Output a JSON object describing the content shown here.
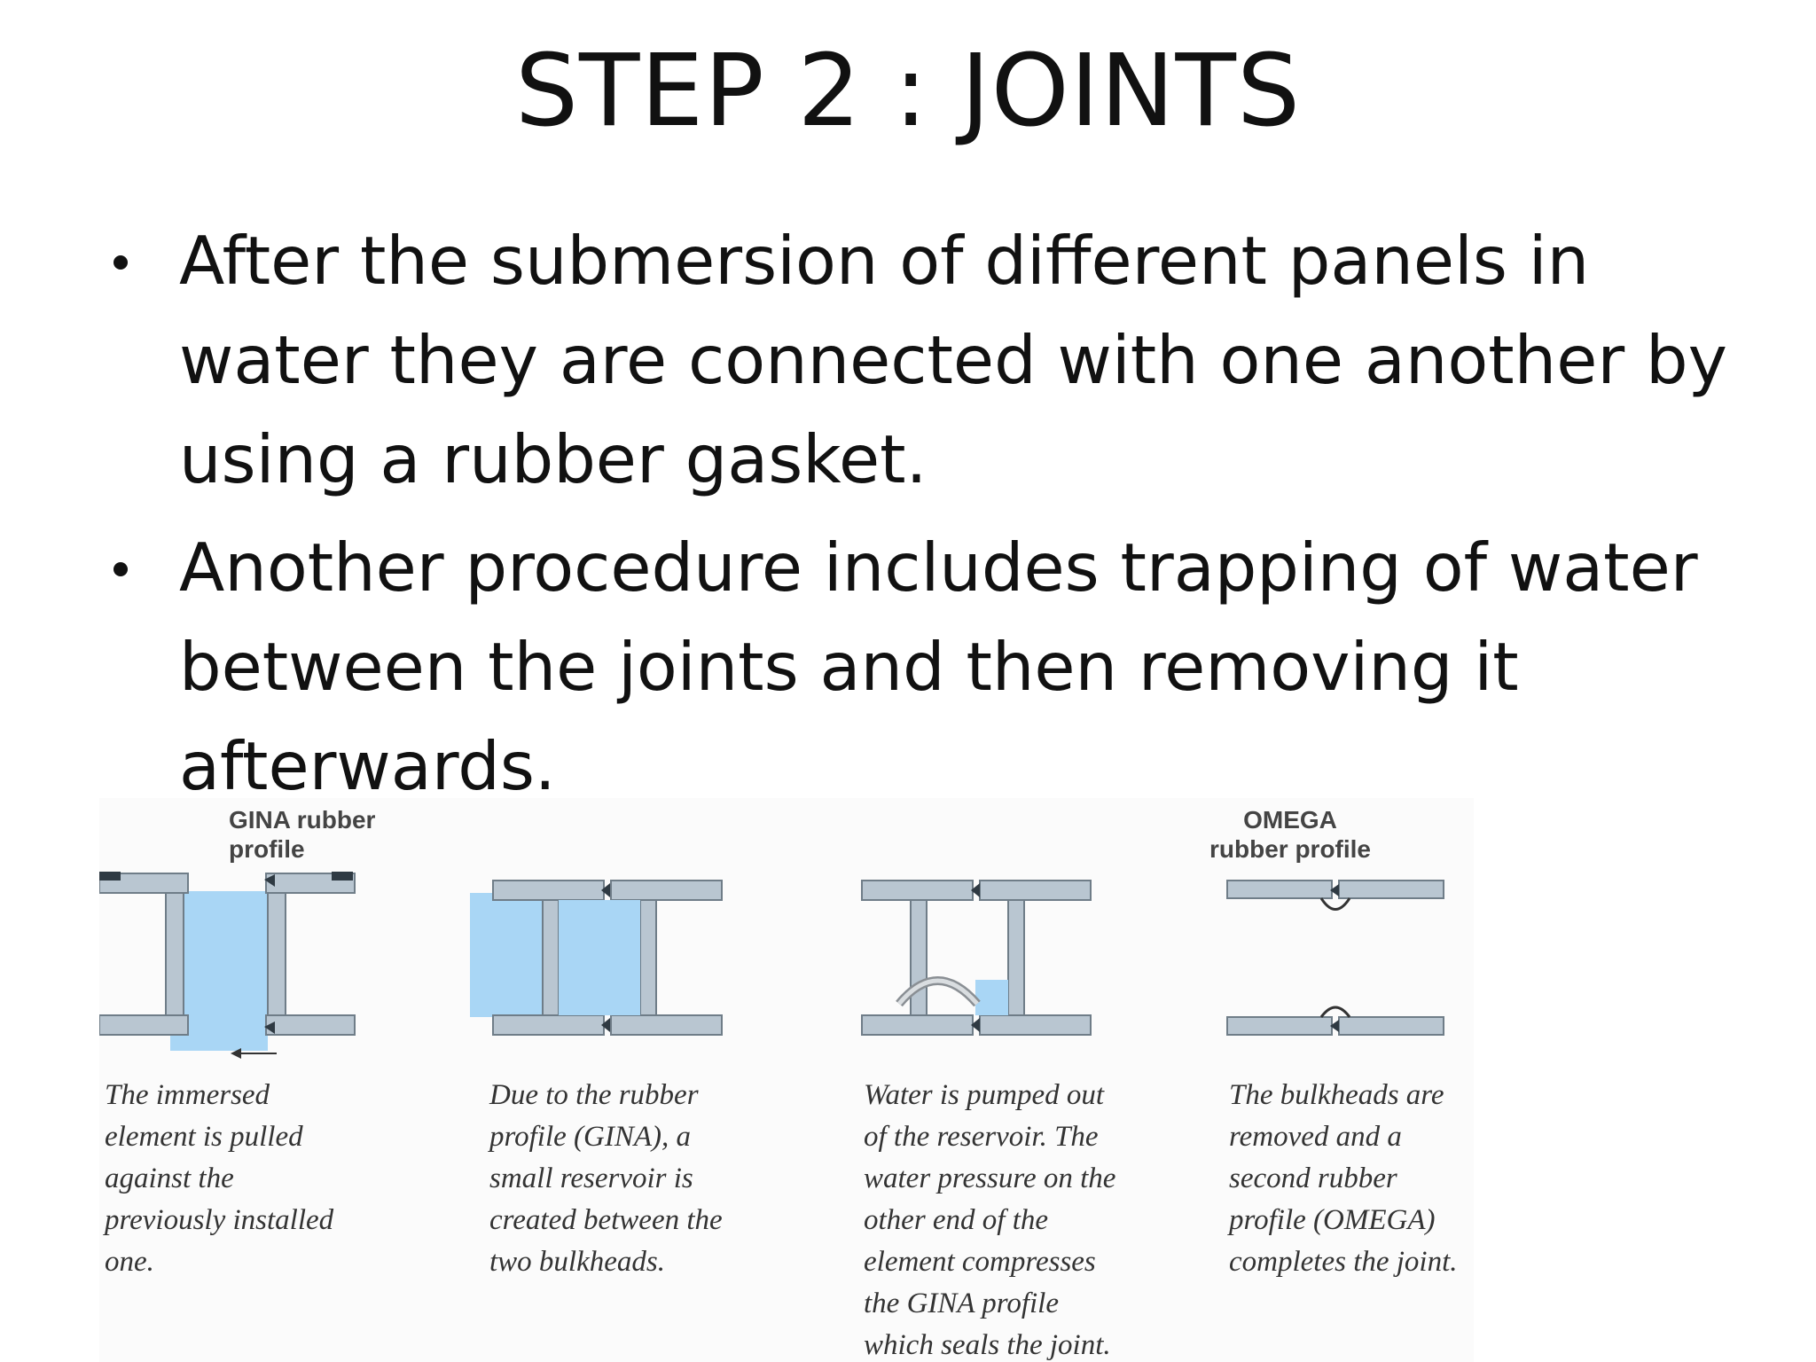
{
  "slide": {
    "title": "STEP 2 : JOINTS",
    "bullets": [
      "After the submersion of different panels in water they are connected with one another by using a rubber gasket.",
      "Another procedure includes trapping of water between the joints and then removing it afterwards."
    ]
  },
  "figure": {
    "labels": {
      "gina": "GINA rubber profile",
      "omega": "OMEGA rubber profile"
    },
    "captions": [
      "The immersed element is pulled against the previously installed one.",
      "Due to the rubber profile (GINA), a small reservoir is created between the two bulkheads.",
      "Water is pumped out of the reservoir. The water pressure on the other end of the element compresses the GINA profile which seals the joint.",
      "The bulkheads are removed and a second rubber profile (OMEGA) completes the joint."
    ],
    "colors": {
      "water": "#a9d6f5",
      "wall": "#b9c6d1",
      "wall_edge": "#6f7d88"
    }
  }
}
